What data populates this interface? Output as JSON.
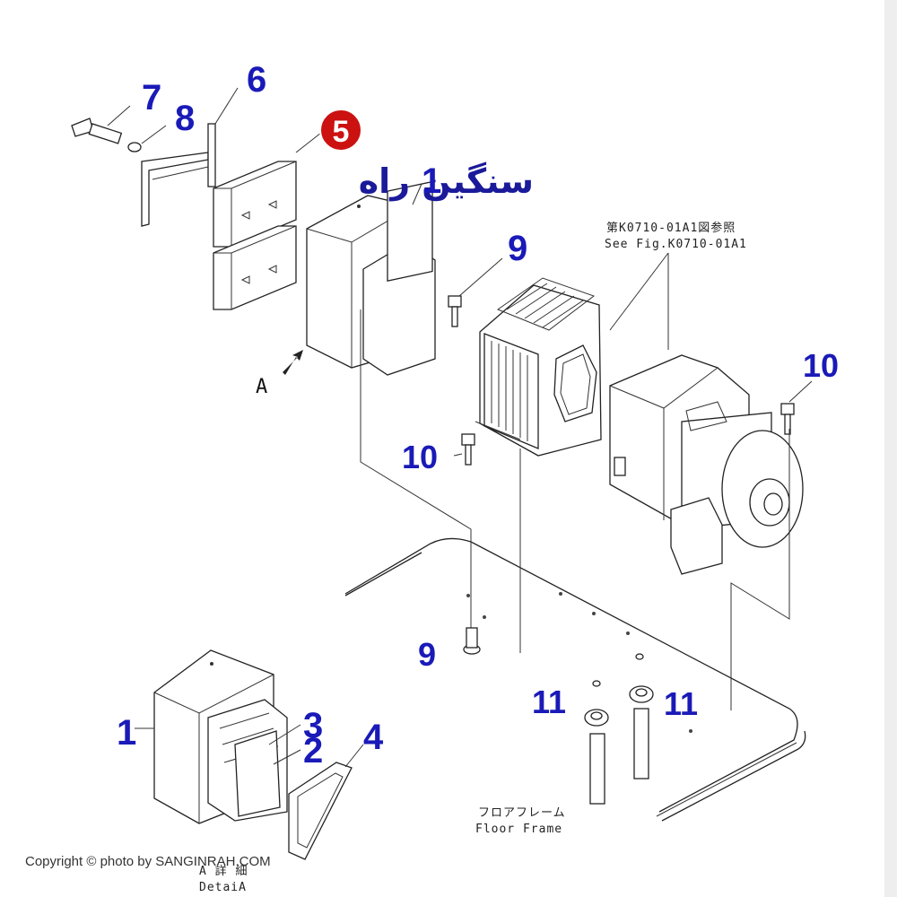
{
  "callouts": {
    "c7": "7",
    "c8": "8",
    "c6": "6",
    "c5": "5",
    "c1_top": "1",
    "c9_top": "9",
    "c10_left": "10",
    "c10_right": "10",
    "c9_bottom": "9",
    "c11_left": "11",
    "c11_right": "11",
    "c1_detail": "1",
    "c3": "3",
    "c2": "2",
    "c4": "4"
  },
  "labels": {
    "view_arrow": "A",
    "see_fig_jp": "第K0710-01A1図参照",
    "see_fig_en": "See Fig.K0710-01A1",
    "floor_frame_jp": "フロアフレーム",
    "floor_frame_en": "Floor Frame",
    "detail_jp": "A 詳 細",
    "detail_en": "DetaiA"
  },
  "watermark": "سنگین راه",
  "copyright": "Copyright © photo by SANGINRAH.COM",
  "colors": {
    "callout": "#1a1ab8",
    "highlight_badge": "#cc1111",
    "line": "#222222"
  }
}
